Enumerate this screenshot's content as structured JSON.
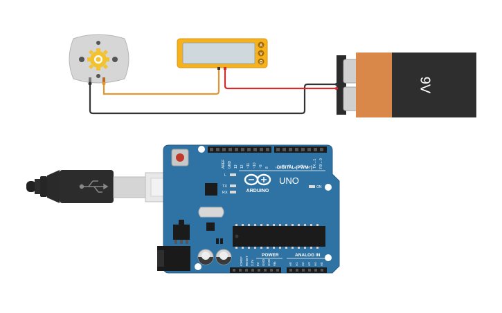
{
  "colors": {
    "background": "#ffffff",
    "wire_black": "#333333",
    "wire_red": "#d42b2b",
    "wire_orange": "#e3962e",
    "multimeter_frame": "#f5b21c",
    "multimeter_screen": "#cfd8dc",
    "battery_body": "#2e2e2e",
    "battery_label": "#d9884a",
    "arduino_board": "#2f73a5",
    "arduino_dark": "#1d4f77",
    "motor_body": "#cfcfcf",
    "motor_gear": "#f2c230"
  },
  "icons": {
    "motor": "dc-motor-icon",
    "multimeter": "multimeter-icon",
    "battery": "battery-9v-icon",
    "usb": "usb-cable-icon",
    "arduino_logo": "arduino-infinity-logo-icon"
  },
  "battery": {
    "label": "9V"
  },
  "multimeter": {
    "modes": [
      "A",
      "V",
      "Ω"
    ]
  },
  "arduino": {
    "logo_text": "ARDUINO",
    "model": "UNO",
    "digital_label": "DIGITAL (PWM~)",
    "power_label": "POWER",
    "analog_label": "ANALOG IN",
    "on_label": "ON",
    "led_labels": [
      "L",
      "TX",
      "RX"
    ],
    "top_pins": [
      "AREF",
      "GND",
      "13",
      "12",
      "~11",
      "~10",
      "~9",
      "8",
      "7",
      "~6",
      "~5",
      "4",
      "~3",
      "2",
      "TX→1",
      "RX←0"
    ],
    "power_pins": [
      "IOREF",
      "RESET",
      "3.3V",
      "5V",
      "GND",
      "GND",
      "Vin"
    ],
    "analog_pins": [
      "A0",
      "A1",
      "A2",
      "A3",
      "A4",
      "A5"
    ]
  }
}
